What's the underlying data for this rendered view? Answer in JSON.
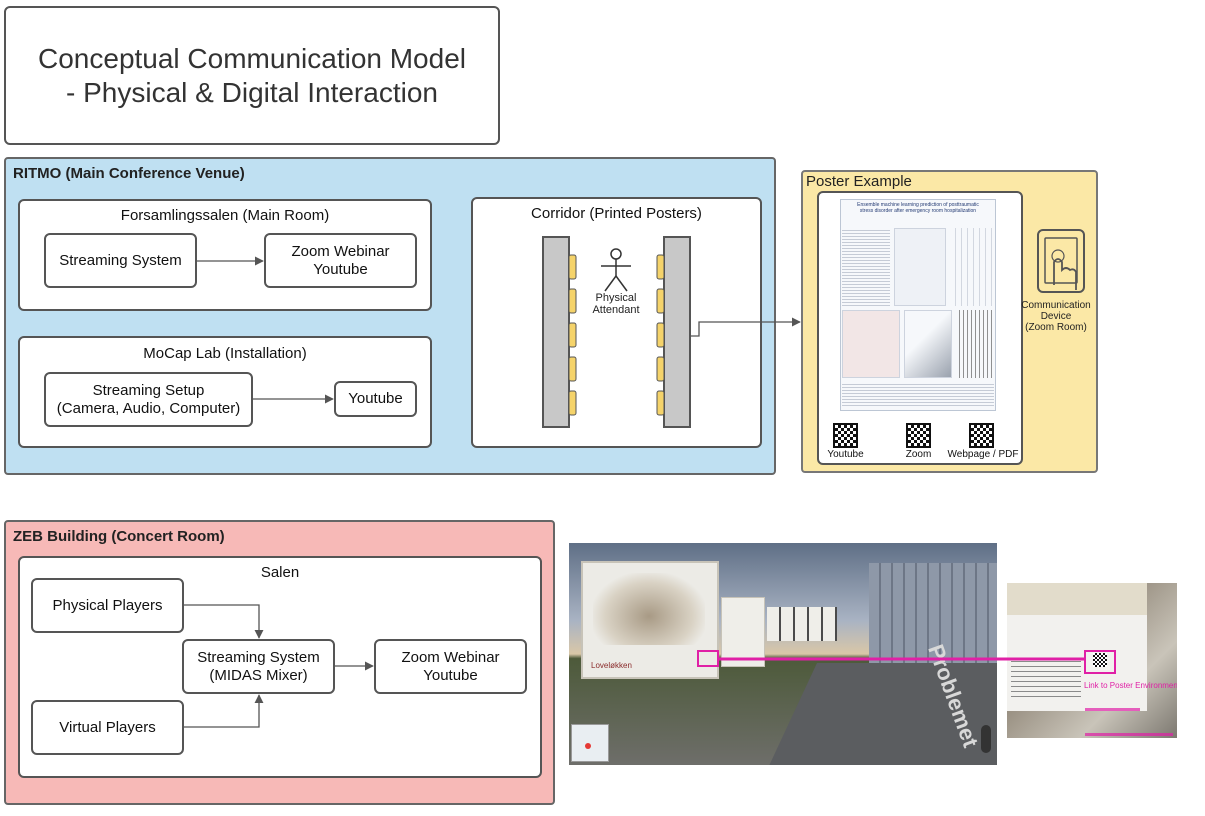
{
  "title": "Conceptual Communication Model - Physical & Digital Interaction",
  "ritmo": {
    "label": "RITMO (Main Conference Venue)",
    "main_room": {
      "title": "Forsamlingssalen (Main Room)",
      "streaming": "Streaming System",
      "zoom_line1": "Zoom Webinar",
      "zoom_line2": "Youtube"
    },
    "mocap": {
      "title": "MoCap Lab (Installation)",
      "setup_line1": "Streaming Setup",
      "setup_line2": "(Camera, Audio, Computer)",
      "youtube": "Youtube"
    },
    "corridor": {
      "title": "Corridor (Printed Posters)",
      "attendant_line1": "Physical",
      "attendant_line2": "Attendant"
    }
  },
  "poster_example": {
    "label": "Poster Example",
    "poster_title_line1": "Ensemble machine learning prediction of posttraumatic",
    "poster_title_line2": "stress disorder after emergency room hospitalization",
    "qr_labels": [
      "Youtube",
      "Zoom",
      "Webpage / PDF"
    ],
    "device_line1": "Communication",
    "device_line2": "Device",
    "device_line3": "(Zoom Room)"
  },
  "zeb": {
    "label": "ZEB Building (Concert Room)",
    "salen": {
      "title": "Salen",
      "physical_players": "Physical Players",
      "virtual_players": "Virtual Players",
      "streaming_line1": "Streaming System",
      "streaming_line2": "(MIDAS Mixer)",
      "zoom_line1": "Zoom Webinar",
      "zoom_line2": "Youtube"
    }
  },
  "street_view": {
    "caption": "Loveløkken",
    "road_text": "Problemet"
  },
  "zoom_inset": {
    "link_text": "Link to Poster Environmen"
  },
  "colors": {
    "ritmo_bg": "#bfe0f2",
    "zeb_bg": "#f7b9b7",
    "poster_bg": "#fbe8a6",
    "highlight": "#e020a6",
    "panel_gray": "#c8c8c8",
    "panel_tab": "#f5d36a"
  }
}
